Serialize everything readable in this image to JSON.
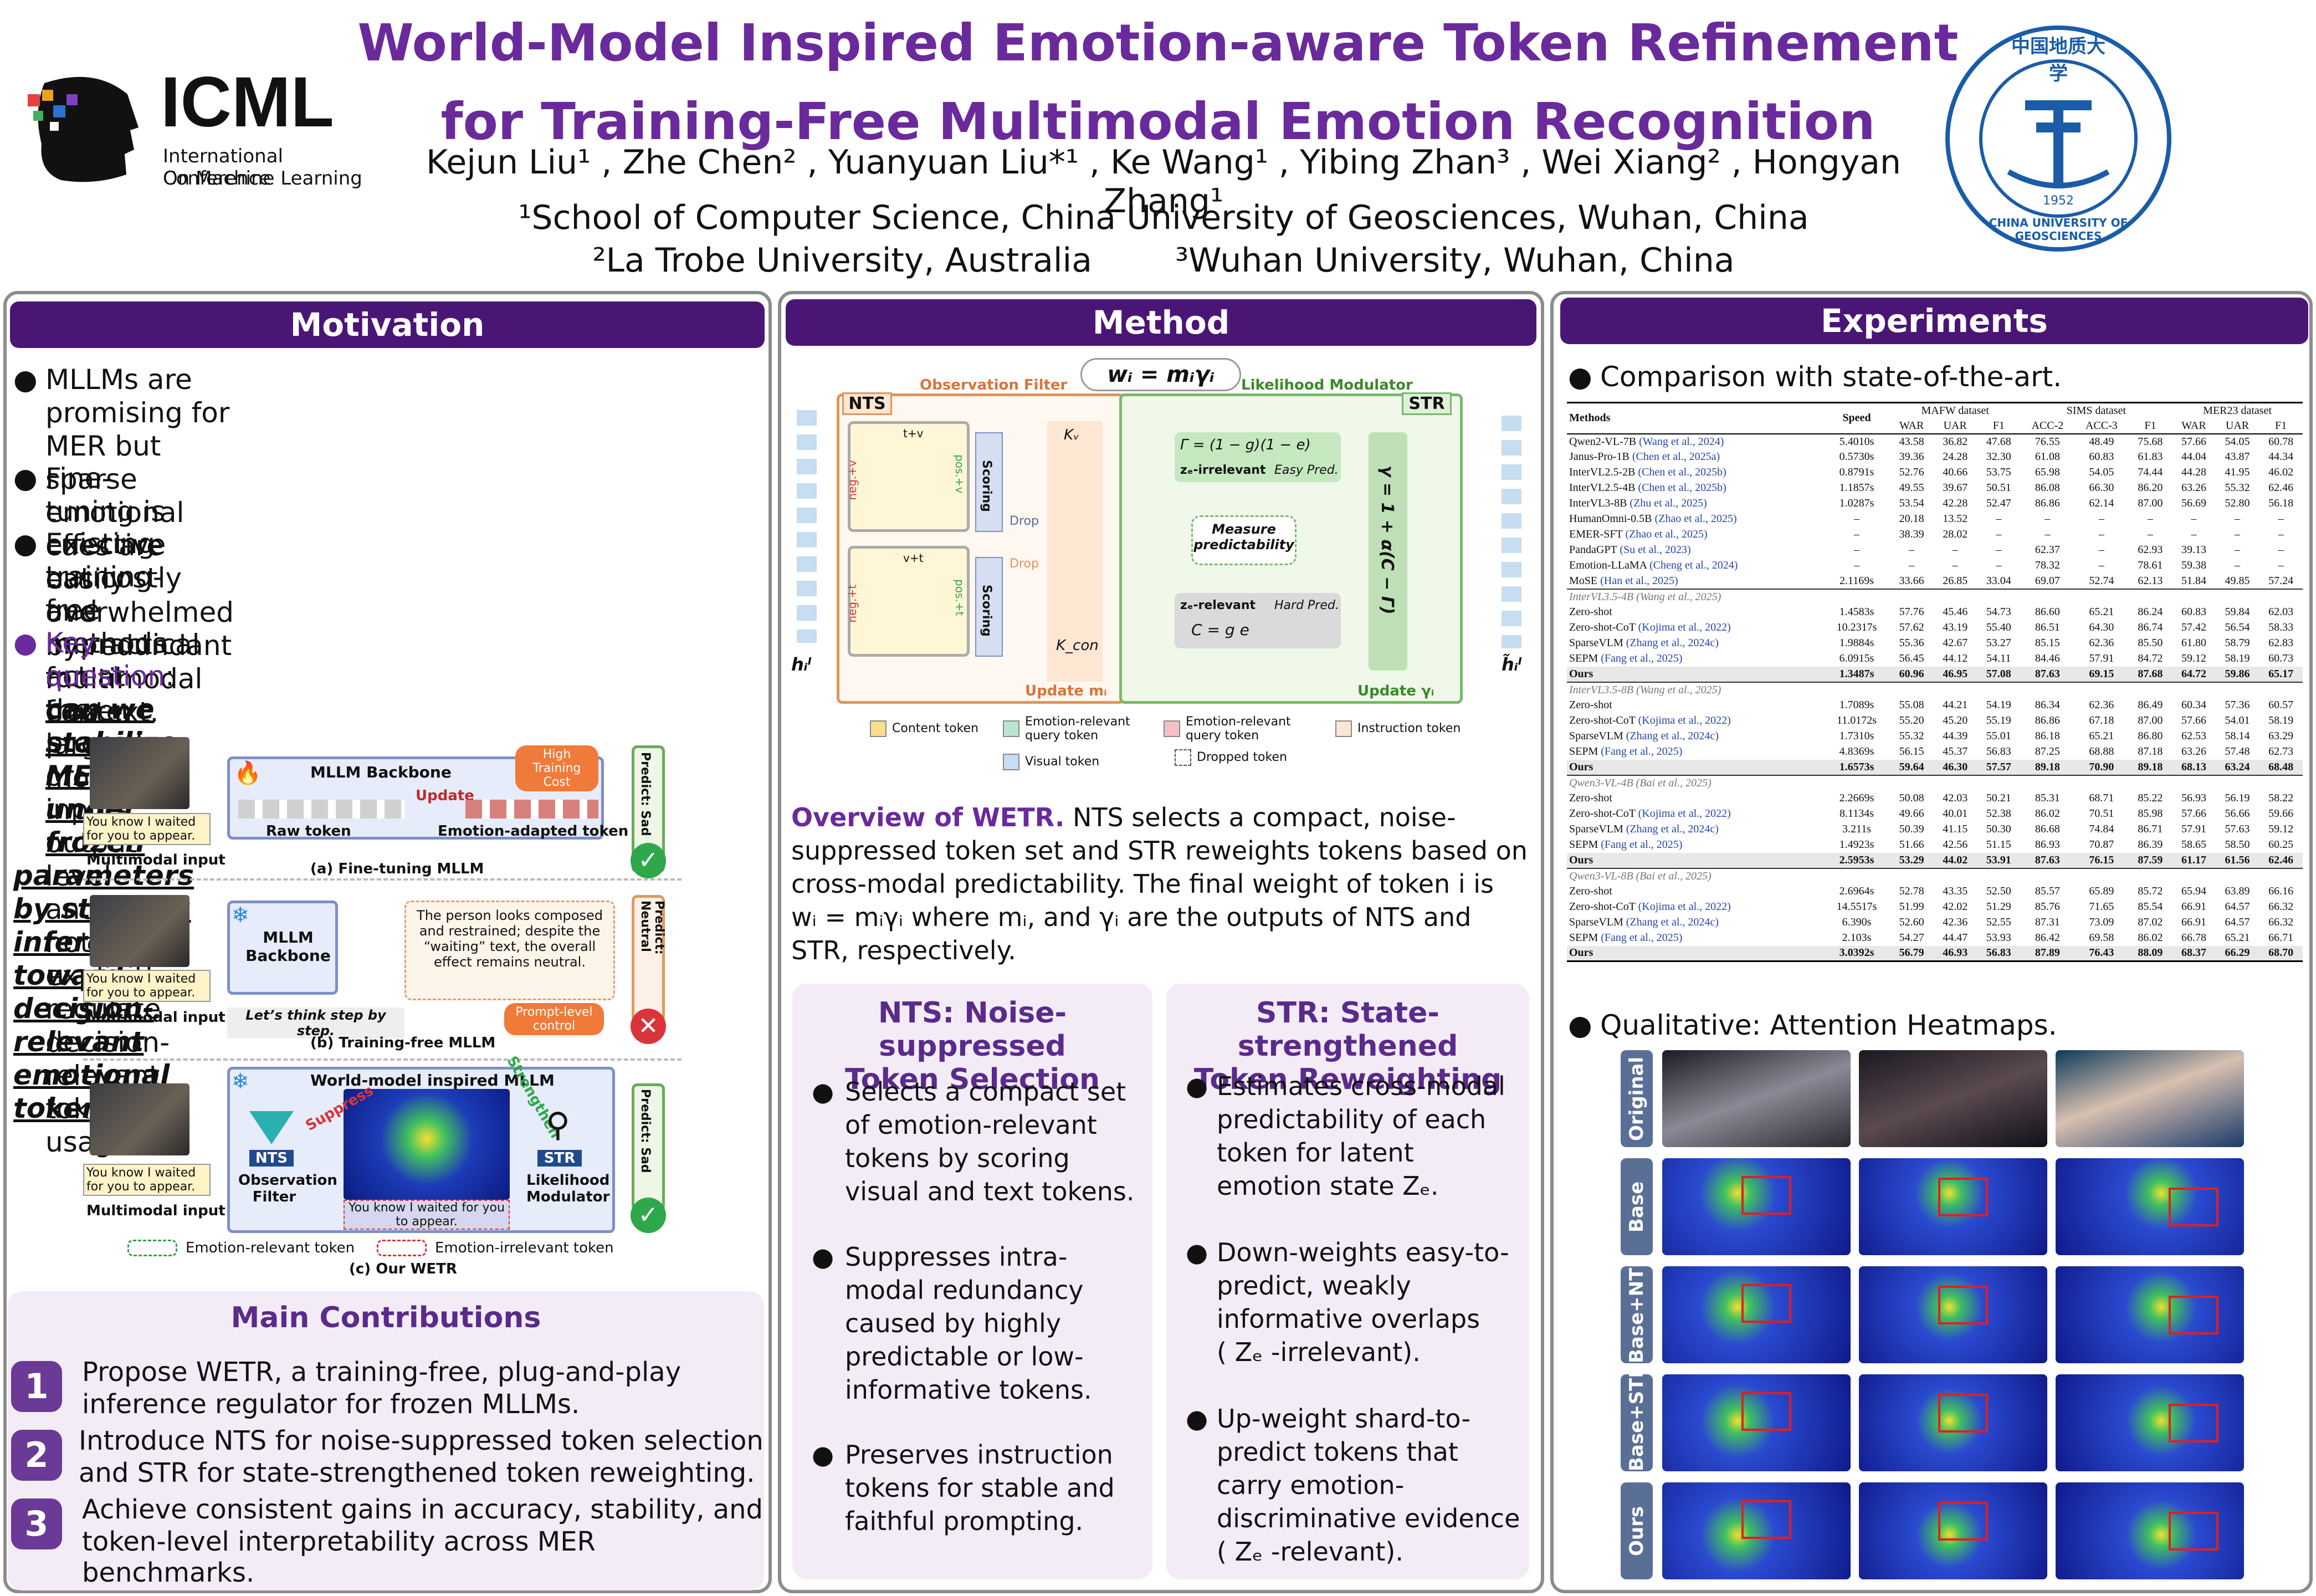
{
  "title_line1": "World-Model Inspired Emotion-aware Token Refinement",
  "title_line2": "for Training-Free Multimodal Emotion Recognition",
  "authors": "Kejun Liu¹ , Zhe Chen² , Yuanyuan Liu*¹ , Ke Wang¹ , Yibing Zhan³ , Wei Xiang² , Hongyan Zhang¹",
  "aff1": "¹School of Computer Science, China University of Geosciences, Wuhan, China",
  "aff2a": "²La Trobe University, Australia",
  "aff2b": "³Wuhan University, Wuhan, China",
  "logo": {
    "icml": "ICML",
    "icml_sub1": "International Conference",
    "icml_sub2": "On Machine Learning",
    "cug_text": "CHINA UNIVERSITY OF GEOSCIENCES",
    "cug_year": "1952",
    "cug_cn": "中国地质大学"
  },
  "motivation": {
    "heading": "Motivation",
    "bullets": [
      "MLLMs are promising for MER but sparse emotional",
      "cues are easily overwhelmed by redundant multimodal",
      "context.",
      "Fine-tuning is effective but costly and impractical for",
      "frozen large models.",
      "Existing training-free methods act at the prompt or",
      "input-output level and do not explicitly regulate",
      "decision-relevant token usage."
    ],
    "kq_label": "Key question",
    "kq_lines": [
      "can we stabilize MER under frozen",
      "parameters by steering inference toward decision-",
      "relevant emotional tokens?"
    ],
    "fig": {
      "a_title": "MLLM Backbone",
      "a_cost": "High Training Cost",
      "a_raw": "Raw token",
      "a_update": "Update",
      "a_adapted": "Emotion-adapted token",
      "a_cap": "(a) Fine-tuning MLLM",
      "a_pred": "Predict: Sad",
      "subtitle": "You know I waited for you to appear.",
      "mm_input": "Multimodal input",
      "b_title": "MLLM Backbone",
      "b_text": "The person looks composed and restrained; despite the “waiting” text, the overall effect remains neutral.",
      "b_prompt": "Let’s think step by step.",
      "b_ctrl": "Prompt-level control",
      "b_cap": "(b) Training-free MLLM",
      "b_pred": "Predict: Neutral",
      "c_title": "World-model inspired MLLM",
      "c_nts": "NTS",
      "c_filter": "Observation Filter",
      "c_str": "STR",
      "c_mod": "Likelihood Modulator",
      "c_sup": "Suppress",
      "c_str2": "Strengthen",
      "c_cap": "(c) Our WETR",
      "c_pred": "Predict: Sad",
      "leg_rel": "Emotion-relevant token",
      "leg_irr": "Emotion-irrelevant token"
    }
  },
  "contributions": {
    "heading": "Main Contributions",
    "items": [
      {
        "n": "1",
        "l1": "Propose WETR, a training-free, plug-and-play",
        "l2": "inference regulator for frozen MLLMs."
      },
      {
        "n": "2",
        "l1": "Introduce NTS for noise-suppressed token selection",
        "l2": "and STR for state-strengthened token reweighting."
      },
      {
        "n": "3",
        "l1": "Achieve consistent gains in accuracy, stability, and",
        "l2": "token-level interpretability across MER benchmarks."
      }
    ]
  },
  "method": {
    "heading": "Method",
    "fig": {
      "formula": "wᵢ = mᵢγᵢ",
      "obs": "Observation Filter",
      "lik": "Likelihood Modulator",
      "nts": "NTS",
      "str": "STR",
      "scoring": "Scoring",
      "drop": "Drop",
      "kv": "Kᵥ",
      "kcon": "K_con",
      "upd_m": "Update mᵢ",
      "upd_g": "Update γᵢ",
      "easy": "Easy Pred.",
      "hard": "Hard Pred.",
      "irr": "zₑ-irrelevant",
      "rel": "zₑ-relevant",
      "measure": "Measure predictability",
      "gamma_eq": "γ = 1 + α(C − Γ)",
      "Gamma_eq": "Γ = (1 − g)(1 − e)",
      "C_eq": "C = g  e",
      "h_in": "hᵢˡ",
      "h_out": "h̃ᵢˡ",
      "c1": "t+v",
      "c2": "v+t",
      "pos_v": "pos.+v",
      "neg_v": "neg.+v",
      "pos_t": "pos.+t",
      "neg_t": "neg.+t",
      "legend": [
        "Content token",
        "Emotion-relevant query token",
        "Emotion-relevant query token",
        "Instruction token",
        "Visual token",
        "Dropped token"
      ]
    },
    "overview_label": "Overview of WETR.",
    "overview_lines": [
      " NTS selects a compact, noise-",
      "suppressed token set and STR reweights tokens based on",
      "cross-modal predictability. The final weight of token i is",
      "wᵢ = mᵢγᵢ where mᵢ, and γᵢ are the outputs of NTS and",
      "STR, respectively."
    ],
    "nts_head": [
      "NTS: Noise-suppressed",
      "Token Selection"
    ],
    "nts_items": [
      [
        "Selects a compact set",
        "of emotion-relevant",
        "tokens by scoring",
        "visual and text tokens."
      ],
      [
        "Suppresses intra-",
        "modal redundancy",
        "caused by highly",
        "predictable or low-",
        "informative tokens."
      ],
      [
        "Preserves instruction",
        "tokens for stable and",
        "faithful prompting."
      ]
    ],
    "str_head": [
      "STR: State-strengthened",
      "Token Reweighting"
    ],
    "str_items": [
      [
        "Estimates cross-modal",
        "predictability of each",
        "token for latent",
        "emotion state Zₑ."
      ],
      [
        "Down-weights easy-to-",
        "predict, weakly",
        "informative overlaps",
        "( Zₑ -irrelevant)."
      ],
      [
        "Up-weight shard-to-",
        "predict tokens that",
        "carry emotion-",
        "discriminative evidence",
        "( Zₑ -relevant)."
      ]
    ]
  },
  "experiments": {
    "heading": "Experiments",
    "sota": "Comparison with state-of-the-art.",
    "qual": "Qualitative: Attention Heatmaps.",
    "table": {
      "h1": [
        "Methods",
        "Speed",
        "MAFW dataset",
        "SIMS dataset",
        "MER23 dataset"
      ],
      "h2": [
        "WAR",
        "UAR",
        "F1",
        "ACC-2",
        "ACC-3",
        "F1",
        "WAR",
        "UAR",
        "F1"
      ],
      "rows": [
        {
          "m": "Qwen2-VL-7B",
          "c": "(Wang et al., 2024)",
          "s": "5.4010s",
          "v": [
            "43.58",
            "36.82",
            "47.68",
            "76.55",
            "48.49",
            "75.68",
            "57.66",
            "54.05",
            "60.78"
          ]
        },
        {
          "m": "Janus-Pro-1B",
          "c": "(Chen et al., 2025a)",
          "s": "0.5730s",
          "v": [
            "39.36",
            "24.28",
            "32.30",
            "61.08",
            "60.83",
            "61.83",
            "44.04",
            "43.87",
            "44.34"
          ]
        },
        {
          "m": "InterVL2.5-2B",
          "c": "(Chen et al., 2025b)",
          "s": "0.8791s",
          "v": [
            "52.76",
            "40.66",
            "53.75",
            "65.98",
            "54.05",
            "74.44",
            "44.28",
            "41.95",
            "46.02"
          ]
        },
        {
          "m": "InterVL2.5-4B",
          "c": "(Chen et al., 2025b)",
          "s": "1.1857s",
          "v": [
            "49.55",
            "39.67",
            "50.51",
            "86.08",
            "66.30",
            "86.20",
            "63.26",
            "55.32",
            "62.46"
          ]
        },
        {
          "m": "InterVL3-8B",
          "c": "(Zhu et al., 2025)",
          "s": "1.0287s",
          "v": [
            "53.54",
            "42.28",
            "52.47",
            "86.86",
            "62.14",
            "87.00",
            "56.69",
            "52.80",
            "56.18"
          ]
        },
        {
          "m": "HumanOmni-0.5B",
          "c": "(Zhao et al., 2025)",
          "s": "–",
          "v": [
            "20.18",
            "13.52",
            "–",
            "–",
            "–",
            "–",
            "–",
            "–",
            "–"
          ]
        },
        {
          "m": "EMER-SFT",
          "c": "(Zhao et al., 2025)",
          "s": "–",
          "v": [
            "38.39",
            "28.02",
            "–",
            "–",
            "–",
            "–",
            "–",
            "–",
            "–"
          ]
        },
        {
          "m": "PandaGPT",
          "c": "(Su et al., 2023)",
          "s": "–",
          "v": [
            "–",
            "–",
            "–",
            "62.37",
            "–",
            "62.93",
            "39.13",
            "–",
            "–"
          ]
        },
        {
          "m": "Emotion-LLaMA",
          "c": "(Cheng et al., 2024)",
          "s": "–",
          "v": [
            "–",
            "–",
            "–",
            "78.32",
            "–",
            "78.61",
            "59.38",
            "–",
            "–"
          ]
        },
        {
          "m": "MoSE",
          "c": "(Han et al., 2025)",
          "s": "2.1169s",
          "v": [
            "33.66",
            "26.85",
            "33.04",
            "69.07",
            "52.74",
            "62.13",
            "51.84",
            "49.85",
            "57.24"
          ]
        }
      ],
      "groups": [
        {
          "name": "InterVL3.5-4B (Wang et al., 2025)",
          "rows": [
            {
              "m": "Zero-shot",
              "c": "",
              "s": "1.4583s",
              "v": [
                "57.76",
                "45.46",
                "54.73",
                "86.60",
                "65.21",
                "86.24",
                "60.83",
                "59.84",
                "62.03"
              ]
            },
            {
              "m": "Zero-shot-CoT",
              "c": "(Kojima et al., 2022)",
              "s": "10.2317s",
              "v": [
                "57.62",
                "43.19",
                "55.40",
                "86.51",
                "64.30",
                "86.74",
                "57.42",
                "56.54",
                "58.33"
              ]
            },
            {
              "m": "SparseVLM",
              "c": "(Zhang et al., 2024c)",
              "s": "1.9884s",
              "v": [
                "55.36",
                "42.67",
                "53.27",
                "85.15",
                "62.36",
                "85.50",
                "61.80",
                "58.79",
                "62.83"
              ]
            },
            {
              "m": "SEPM",
              "c": "(Fang et al., 2025)",
              "s": "6.0915s",
              "v": [
                "56.45",
                "44.12",
                "54.11",
                "84.46",
                "57.91",
                "84.72",
                "59.12",
                "58.19",
                "60.73"
              ]
            },
            {
              "m": "Ours",
              "c": "",
              "s": "1.3487s",
              "v": [
                "60.96",
                "46.95",
                "57.08",
                "87.63",
                "69.15",
                "87.68",
                "64.72",
                "59.86",
                "65.17"
              ],
              "best": true
            }
          ]
        },
        {
          "name": "InterVL3.5-8B (Wang et al., 2025)",
          "rows": [
            {
              "m": "Zero-shot",
              "c": "",
              "s": "1.7089s",
              "v": [
                "55.08",
                "44.21",
                "54.19",
                "86.34",
                "62.36",
                "86.49",
                "60.34",
                "57.36",
                "60.57"
              ]
            },
            {
              "m": "Zero-shot-CoT",
              "c": "(Kojima et al., 2022)",
              "s": "11.0172s",
              "v": [
                "55.20",
                "45.20",
                "55.19",
                "86.86",
                "67.18",
                "87.00",
                "57.66",
                "54.01",
                "58.19"
              ]
            },
            {
              "m": "SparseVLM",
              "c": "(Zhang et al., 2024c)",
              "s": "1.7310s",
              "v": [
                "55.32",
                "44.39",
                "55.01",
                "86.18",
                "65.21",
                "86.80",
                "62.53",
                "58.14",
                "63.29"
              ]
            },
            {
              "m": "SEPM",
              "c": "(Fang et al., 2025)",
              "s": "4.8369s",
              "v": [
                "56.15",
                "45.37",
                "56.83",
                "87.25",
                "68.88",
                "87.18",
                "63.26",
                "57.48",
                "62.73"
              ]
            },
            {
              "m": "Ours",
              "c": "",
              "s": "1.6573s",
              "v": [
                "59.64",
                "46.30",
                "57.57",
                "89.18",
                "70.90",
                "89.18",
                "68.13",
                "63.24",
                "68.48"
              ],
              "best": true
            }
          ]
        },
        {
          "name": "Qwen3-VL-4B (Bai et al., 2025)",
          "rows": [
            {
              "m": "Zero-shot",
              "c": "",
              "s": "2.2669s",
              "v": [
                "50.08",
                "42.03",
                "50.21",
                "85.31",
                "68.71",
                "85.22",
                "56.93",
                "56.19",
                "58.22"
              ]
            },
            {
              "m": "Zero-shot-CoT",
              "c": "(Kojima et al., 2022)",
              "s": "8.1134s",
              "v": [
                "49.66",
                "40.01",
                "52.38",
                "86.02",
                "70.51",
                "85.98",
                "57.66",
                "56.66",
                "59.66"
              ]
            },
            {
              "m": "SparseVLM",
              "c": "(Zhang et al., 2024c)",
              "s": "3.211s",
              "v": [
                "50.39",
                "41.15",
                "50.30",
                "86.68",
                "74.84",
                "86.71",
                "57.91",
                "57.63",
                "59.12"
              ]
            },
            {
              "m": "SEPM",
              "c": "(Fang et al., 2025)",
              "s": "1.4923s",
              "v": [
                "51.66",
                "42.56",
                "51.15",
                "86.93",
                "70.87",
                "86.39",
                "58.65",
                "58.50",
                "60.25"
              ]
            },
            {
              "m": "Ours",
              "c": "",
              "s": "2.5953s",
              "v": [
                "53.29",
                "44.02",
                "53.91",
                "87.63",
                "76.15",
                "87.59",
                "61.17",
                "61.56",
                "62.46"
              ],
              "best": true
            }
          ]
        },
        {
          "name": "Qwen3-VL-8B (Bai et al., 2025)",
          "rows": [
            {
              "m": "Zero-shot",
              "c": "",
              "s": "2.6964s",
              "v": [
                "52.78",
                "43.35",
                "52.50",
                "85.57",
                "65.89",
                "85.72",
                "65.94",
                "63.89",
                "66.16"
              ]
            },
            {
              "m": "Zero-shot-CoT",
              "c": "(Kojima et al., 2022)",
              "s": "14.5517s",
              "v": [
                "51.99",
                "42.02",
                "51.29",
                "85.76",
                "71.65",
                "85.54",
                "66.91",
                "64.57",
                "66.32"
              ]
            },
            {
              "m": "SparseVLM",
              "c": "(Zhang et al., 2024c)",
              "s": "6.390s",
              "v": [
                "52.60",
                "42.36",
                "52.55",
                "87.31",
                "73.09",
                "87.02",
                "66.91",
                "64.57",
                "66.32"
              ]
            },
            {
              "m": "SEPM",
              "c": "(Fang et al., 2025)",
              "s": "2.103s",
              "v": [
                "54.27",
                "44.47",
                "53.93",
                "86.42",
                "69.58",
                "86.02",
                "66.78",
                "65.21",
                "66.71"
              ]
            },
            {
              "m": "Ours",
              "c": "",
              "s": "3.0392s",
              "v": [
                "56.79",
                "46.93",
                "56.83",
                "87.89",
                "76.43",
                "88.09",
                "68.37",
                "66.29",
                "68.70"
              ],
              "best": true
            }
          ]
        }
      ]
    },
    "heat_rows": [
      "Original",
      "Base",
      "Base+NTS",
      "Base+STR",
      "Ours"
    ]
  }
}
